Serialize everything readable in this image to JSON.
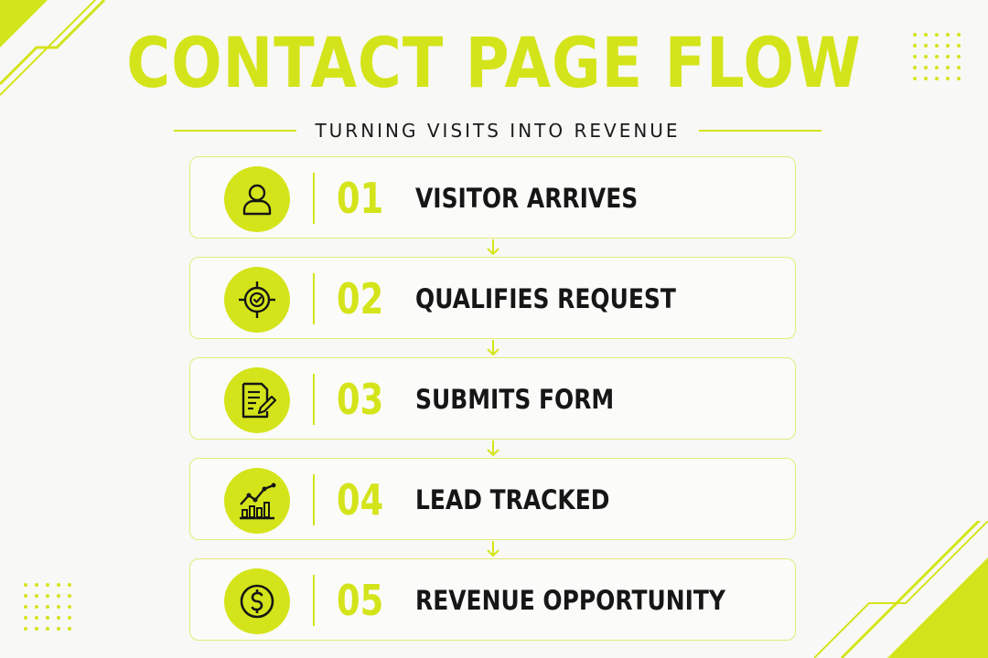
{
  "colors": {
    "accent": "#d4e41a",
    "text": "#161616",
    "background": "#f8f8f6",
    "border": "#e3ec7a"
  },
  "header": {
    "title": "CONTACT PAGE FLOW",
    "subtitle": "TURNING VISITS INTO REVENUE"
  },
  "steps": [
    {
      "number": "01",
      "label": "VISITOR ARRIVES",
      "icon": "user-icon"
    },
    {
      "number": "02",
      "label": "QUALIFIES REQUEST",
      "icon": "target-check-icon"
    },
    {
      "number": "03",
      "label": "SUBMITS FORM",
      "icon": "form-pencil-icon"
    },
    {
      "number": "04",
      "label": "LEAD TRACKED",
      "icon": "chart-growth-icon"
    },
    {
      "number": "05",
      "label": "REVENUE OPPORTUNITY",
      "icon": "dollar-coin-icon"
    }
  ]
}
